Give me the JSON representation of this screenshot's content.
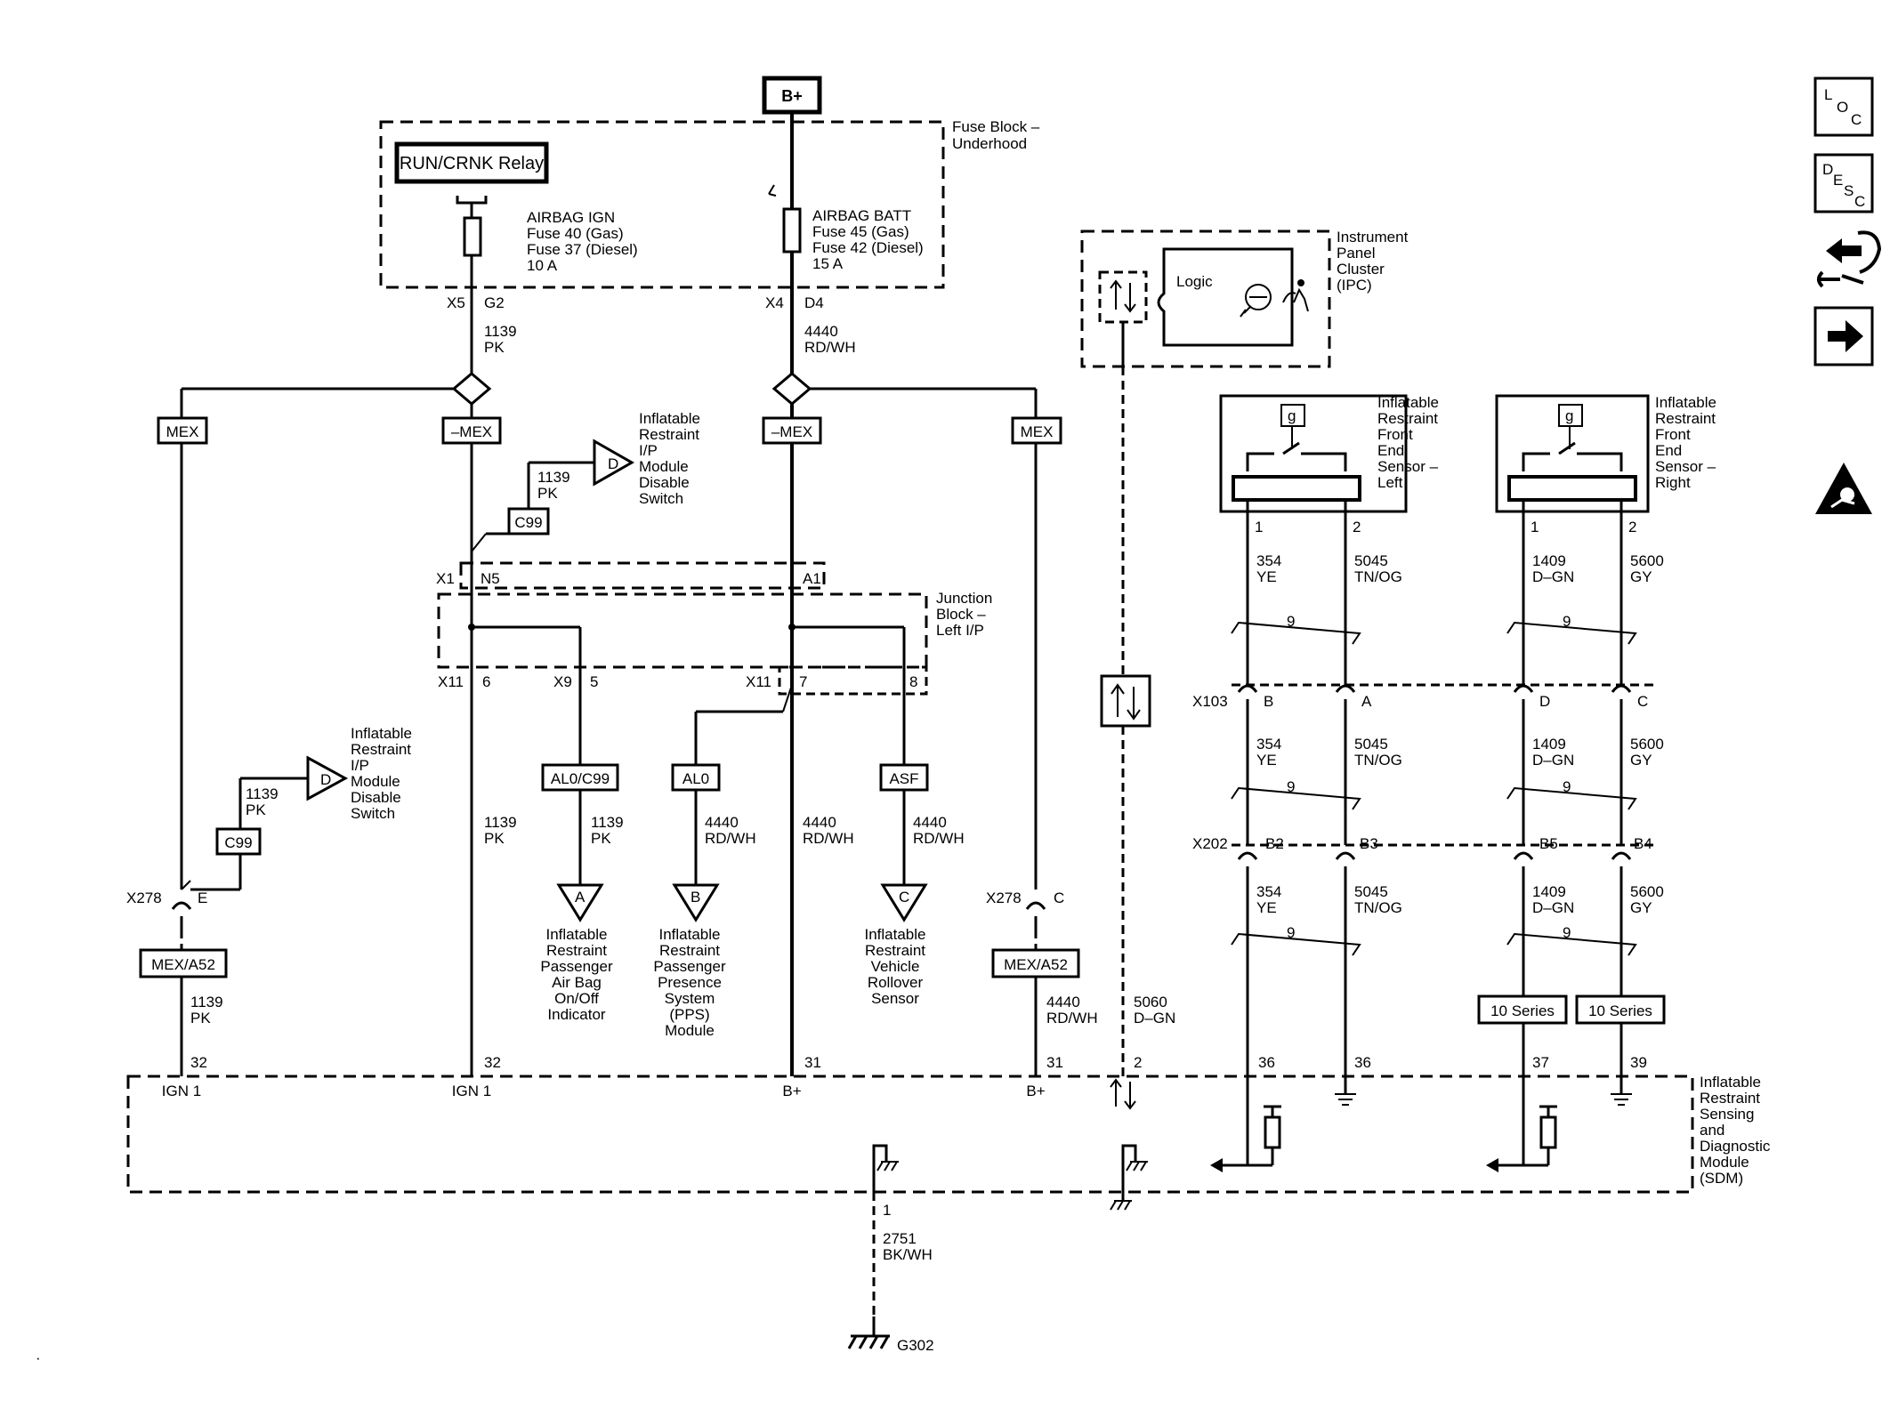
{
  "power": {
    "bplus": "B+"
  },
  "fuse_block": {
    "title": [
      "Fuse Block –",
      "Underhood"
    ],
    "relay": "RUN/CRNK Relay",
    "fuse_ign": [
      "AIRBAG IGN",
      "Fuse 40 (Gas)",
      "Fuse 37 (Diesel)",
      "10 A"
    ],
    "fuse_batt": [
      "AIRBAG BATT",
      "Fuse 45 (Gas)",
      "Fuse 42 (Diesel)",
      "15 A"
    ],
    "conn_x5": "X5",
    "pin_g2": "G2",
    "conn_x4": "X4",
    "pin_d4": "D4"
  },
  "wires": {
    "w1139": [
      "1139",
      "PK"
    ],
    "w4440": [
      "4440",
      "RD/WH"
    ],
    "w5060": [
      "5060",
      "D–GN"
    ],
    "w2751": [
      "2751",
      "BK/WH"
    ],
    "w354": [
      "354",
      "YE"
    ],
    "w5045": [
      "5045",
      "TN/OG"
    ],
    "w1409": [
      "1409",
      "D–GN"
    ],
    "w5600": [
      "5600",
      "GY"
    ],
    "twist": "9"
  },
  "options": {
    "mex": "MEX",
    "nmex": "–MEX",
    "c99": "C99",
    "al0c99": "AL0/C99",
    "al0": "AL0",
    "asf": "ASF",
    "mexa52": "MEX/A52",
    "series10": "10 Series"
  },
  "offpage": {
    "d": "D",
    "a": "A",
    "b": "B",
    "c": "C",
    "disable_switch": [
      "Inflatable",
      "Restraint",
      "I/P",
      "Module",
      "Disable",
      "Switch"
    ],
    "passenger_indicator": [
      "Inflatable",
      "Restraint",
      "Passenger",
      "Air Bag",
      "On/Off",
      "Indicator"
    ],
    "pps": [
      "Inflatable",
      "Restraint",
      "Passenger",
      "Presence",
      "System",
      "(PPS)",
      "Module"
    ],
    "rollover": [
      "Inflatable",
      "Restraint",
      "Vehicle",
      "Rollover",
      "Sensor"
    ]
  },
  "junction_block": {
    "title": [
      "Junction",
      "Block –",
      "Left I/P"
    ],
    "x1": "X1",
    "n5": "N5",
    "a1": "A1",
    "x11": "X11",
    "p6": "6",
    "x9": "X9",
    "p5": "5",
    "p7": "7",
    "p8": "8"
  },
  "ipc": {
    "title": [
      "Instrument",
      "Panel",
      "Cluster",
      "(IPC)"
    ],
    "logic": "Logic"
  },
  "sensors": {
    "left": [
      "Inflatable",
      "Restraint",
      "Front",
      "End",
      "Sensor –",
      "Left"
    ],
    "right": [
      "Inflatable",
      "Restraint",
      "Front",
      "End",
      "Sensor –",
      "Right"
    ],
    "g": "g",
    "pin1": "1",
    "pin2": "2"
  },
  "connectors": {
    "x103": "X103",
    "x202": "X202",
    "x278": "X278",
    "b": "B",
    "a": "A",
    "d": "D",
    "c": "C",
    "b2": "B2",
    "b3": "B3",
    "b5": "B5",
    "b4": "B4",
    "e": "E",
    "cc": "C"
  },
  "sdm": {
    "title": [
      "Inflatable",
      "Restraint",
      "Sensing",
      "and",
      "Diagnostic",
      "Module",
      "(SDM)"
    ],
    "p32a": "32",
    "p32b": "32",
    "p31a": "31",
    "p31b": "31",
    "p2": "2",
    "p36a": "36",
    "p36b": "36",
    "p37": "37",
    "p39": "39",
    "ign1": "IGN 1",
    "ign1b": "IGN 1",
    "bplus1": "B+",
    "bplus2": "B+",
    "gnd_pin": "1"
  },
  "ground": {
    "g302": "G302"
  },
  "nav": {
    "loc": [
      "L",
      "O",
      "C"
    ],
    "desc": [
      "D",
      "E",
      "S",
      "C"
    ]
  }
}
